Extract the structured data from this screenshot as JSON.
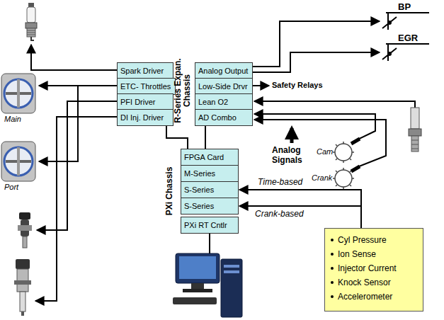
{
  "diagram": {
    "nodes": [
      {
        "text": [
          "Spark Driver"
        ]
      },
      {
        "text": [
          "ETC- Throttles"
        ]
      },
      {
        "text": [
          "PFI Driver"
        ]
      },
      {
        "text": [
          "DI Inj. Driver"
        ]
      },
      {
        "text": [
          "Analog Output"
        ]
      },
      {
        "text": [
          "Low-Side Drvr"
        ]
      },
      {
        "text": [
          "Lean O2"
        ]
      },
      {
        "text": [
          "AD Combo"
        ]
      },
      {
        "text": [
          "FPGA Card"
        ]
      },
      {
        "text": [
          "M-Series"
        ]
      },
      {
        "text": [
          "S-Series"
        ]
      },
      {
        "text": [
          "S-Series"
        ]
      },
      {
        "text": [
          "PXi RT Cntlr"
        ]
      },
      {
        "text": [
          "Cyl Pressure",
          "Ion Sense",
          "Injector Current",
          "Knock Sensor",
          "Accelerometer"
        ]
      }
    ],
    "edges": [
      {
        "from": 3,
        "to": 8,
        "arrow": "none"
      },
      {
        "from": 7,
        "to": 8,
        "arrow": "none"
      },
      {
        "from": 13,
        "to": 10,
        "label": "Time-based",
        "arrow": "to"
      },
      {
        "from": 13,
        "to": 11,
        "label": "Crank-based",
        "arrow": "to"
      }
    ],
    "labels": [
      "Main",
      "Port",
      "BP",
      "EGR",
      "Safety Relays",
      "Analog Signals",
      "Cam",
      "Crank",
      "R-Series Expan. Chassis",
      "PXi Chassis"
    ]
  }
}
